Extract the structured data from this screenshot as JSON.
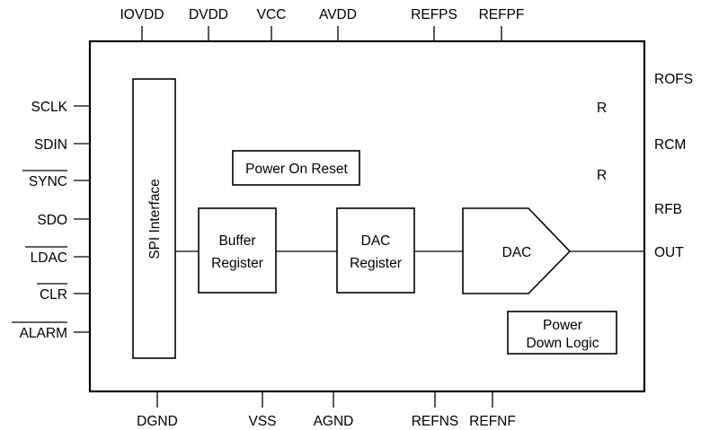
{
  "pins": {
    "top": {
      "iovdd": "IOVDD",
      "dvdd": "DVDD",
      "vcc": "VCC",
      "avdd": "AVDD",
      "refps": "REFPS",
      "refpf": "REFPF"
    },
    "left": {
      "sclk": "SCLK",
      "sdin": "SDIN",
      "sync": "SYNC",
      "sdo": "SDO",
      "ldac": "LDAC",
      "clr": "CLR",
      "alarm": "ALARM"
    },
    "right": {
      "rofs": "ROFS",
      "rcm": "RCM",
      "rfb": "RFB",
      "out": "OUT"
    },
    "bottom": {
      "dgnd": "DGND",
      "vss": "VSS",
      "agnd": "AGND",
      "refns": "REFNS",
      "refnf": "REFNF"
    }
  },
  "blocks": {
    "spi_interface": "SPI Interface",
    "power_on_reset": "Power On Reset",
    "buffer_register": [
      "Buffer",
      "Register"
    ],
    "dac_register": [
      "DAC",
      "Register"
    ],
    "dac": "DAC",
    "power_down_logic": [
      "Power",
      "Down Logic"
    ]
  },
  "resistors": {
    "upper": "R",
    "lower": "R"
  },
  "overbarred_pins": [
    "SYNC",
    "LDAC",
    "CLR",
    "ALARM"
  ]
}
